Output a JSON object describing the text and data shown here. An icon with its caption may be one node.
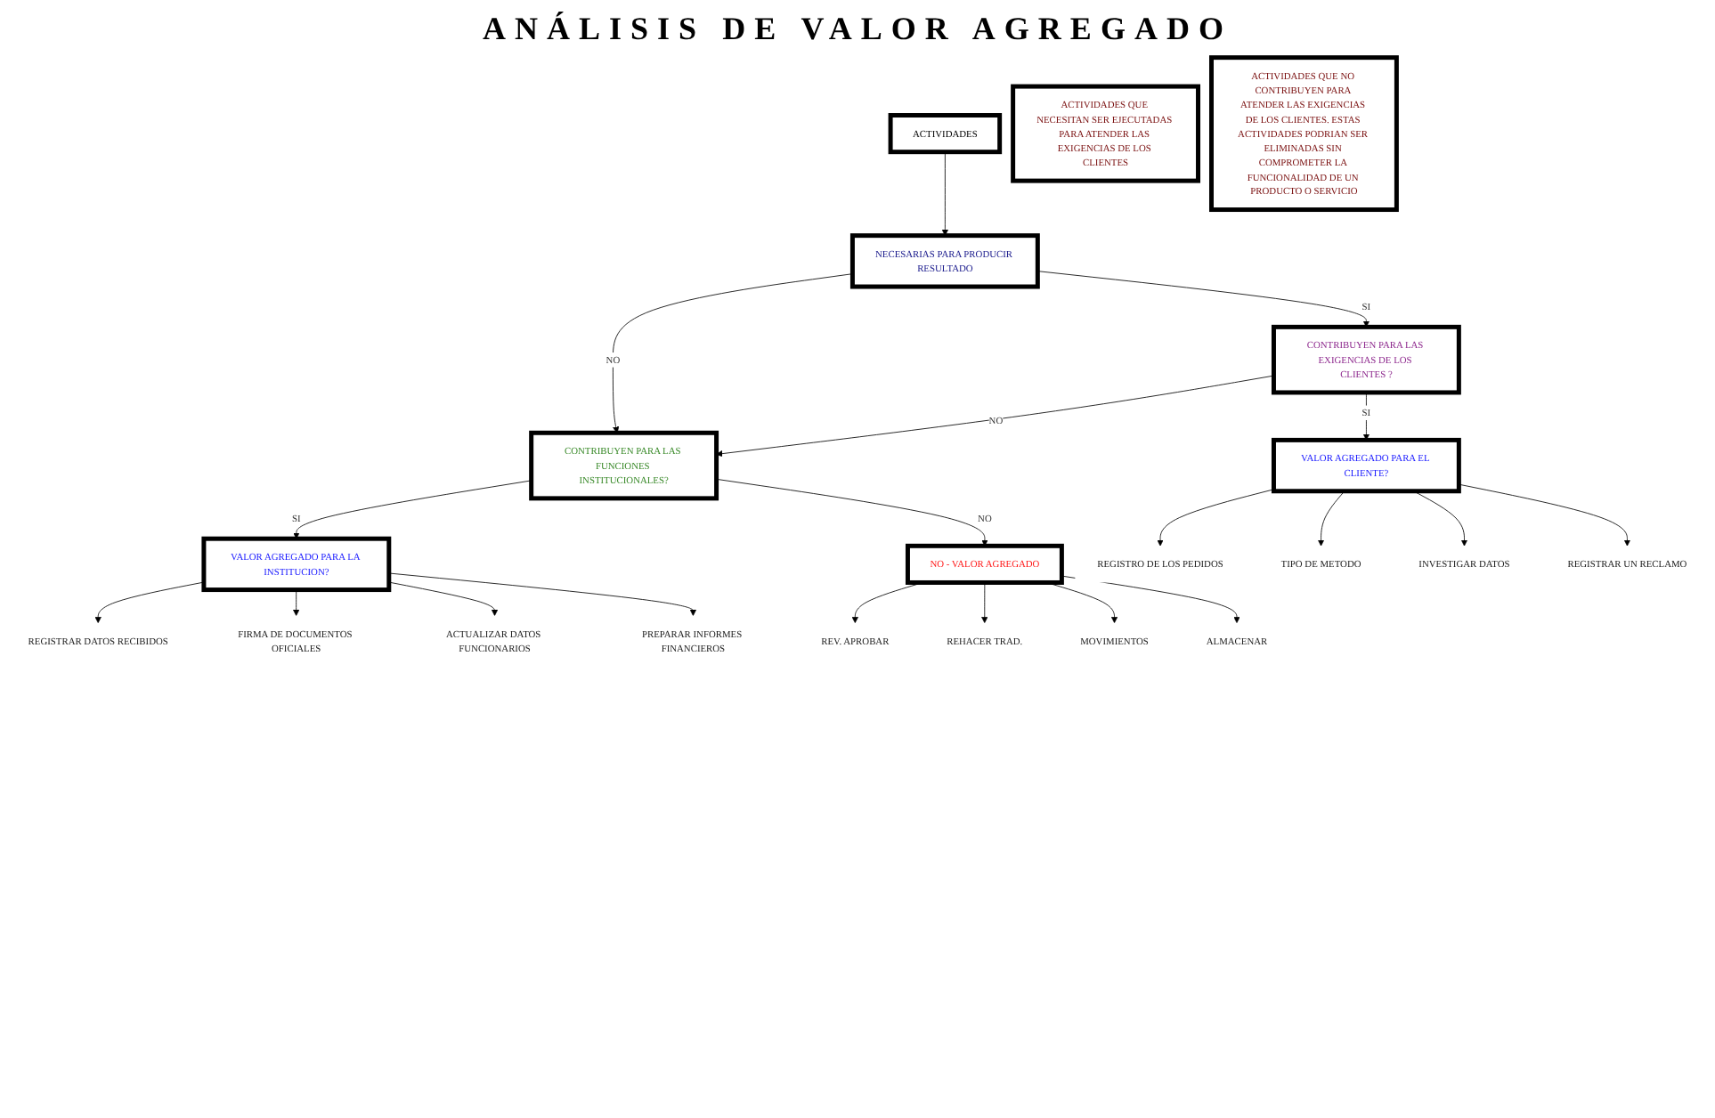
{
  "diagram": {
    "title": "ANÁLISIS DE VALOR AGREGADO",
    "nodes": [
      {
        "text": [
          "ACTIVIDADES"
        ]
      },
      {
        "text": [
          "NECESARIAS PARA PRODUCIR RESULTADO"
        ]
      },
      {
        "text": [
          "CONTRIBUYEN PARA LAS EXIGENCIAS DE LOS CLIENTES ?"
        ]
      },
      {
        "text": [
          "CONTRIBUYEN PARA LAS FUNCIONES INSTITUCIONALES?"
        ]
      },
      {
        "text": [
          "VALOR AGREGADO PARA EL CLIENTE?"
        ]
      },
      {
        "text": [
          "VALOR AGREGADO PARA LA INSTITUCION?"
        ]
      },
      {
        "text": [
          "NO - VALOR AGREGADO"
        ]
      },
      {
        "text": [
          "REGISTRO DE LOS PEDIDOS"
        ]
      },
      {
        "text": [
          "TIPO DE METODO"
        ]
      },
      {
        "text": [
          "INVESTIGAR DATOS"
        ]
      },
      {
        "text": [
          "REGISTRAR UN RECLAMO"
        ]
      },
      {
        "text": [
          "REGISTRAR DATOS RECIBIDOS"
        ]
      },
      {
        "text": [
          "FIRMA DE DOCUMENTOS OFICIALES"
        ]
      },
      {
        "text": [
          "ACTUALIZAR DATOS FUNCIONARIOS"
        ]
      },
      {
        "text": [
          "PREPARAR INFORMES FINANCIEROS"
        ]
      },
      {
        "text": [
          "REV. APROBAR"
        ]
      },
      {
        "text": [
          "REHACER TRAD."
        ]
      },
      {
        "text": [
          "MOVIMIENTOS"
        ]
      },
      {
        "text": [
          "ALMACENAR"
        ]
      },
      {
        "text": [
          "ACTIVIDADES QUE NECESITAN SER EJECUTADAS PARA ATENDER LAS EXIGENCIAS DE LOS CLIENTES"
        ]
      },
      {
        "text": [
          "ACTIVIDADES QUE NO CONTRIBUYEN PARA ATENDER LAS EXIGENCIAS DE LOS CLIENTES. ESTAS ACTIVIDADES PODRIAN SER ELIMINADAS SIN COMPROMETER LA FUNCIONALIDAD DE UN PRODUCTO O SERVICIO"
        ]
      }
    ],
    "edges": [
      {
        "from": 0,
        "to": 1,
        "arrow": "to"
      },
      {
        "from": 1,
        "to": 2,
        "arrow": "to",
        "label": "SI"
      },
      {
        "from": 1,
        "to": 3,
        "arrow": "to",
        "label": "NO"
      },
      {
        "from": 2,
        "to": 3,
        "arrow": "to",
        "label": "NO"
      },
      {
        "from": 2,
        "to": 4,
        "arrow": "to",
        "label": "SI"
      },
      {
        "from": 3,
        "to": 5,
        "arrow": "to",
        "label": "SI"
      },
      {
        "from": 3,
        "to": 6,
        "arrow": "to",
        "label": "NO"
      },
      {
        "from": 4,
        "to": 7,
        "arrow": "to"
      },
      {
        "from": 4,
        "to": 8,
        "arrow": "to"
      },
      {
        "from": 4,
        "to": 9,
        "arrow": "to"
      },
      {
        "from": 4,
        "to": 10,
        "arrow": "to"
      },
      {
        "from": 5,
        "to": 11,
        "arrow": "to"
      },
      {
        "from": 5,
        "to": 12,
        "arrow": "to"
      },
      {
        "from": 5,
        "to": 13,
        "arrow": "to"
      },
      {
        "from": 5,
        "to": 14,
        "arrow": "to"
      },
      {
        "from": 6,
        "to": 15,
        "arrow": "to"
      },
      {
        "from": 6,
        "to": 16,
        "arrow": "to"
      },
      {
        "from": 6,
        "to": 17,
        "arrow": "to"
      },
      {
        "from": 6,
        "to": 18,
        "arrow": "to"
      }
    ]
  }
}
